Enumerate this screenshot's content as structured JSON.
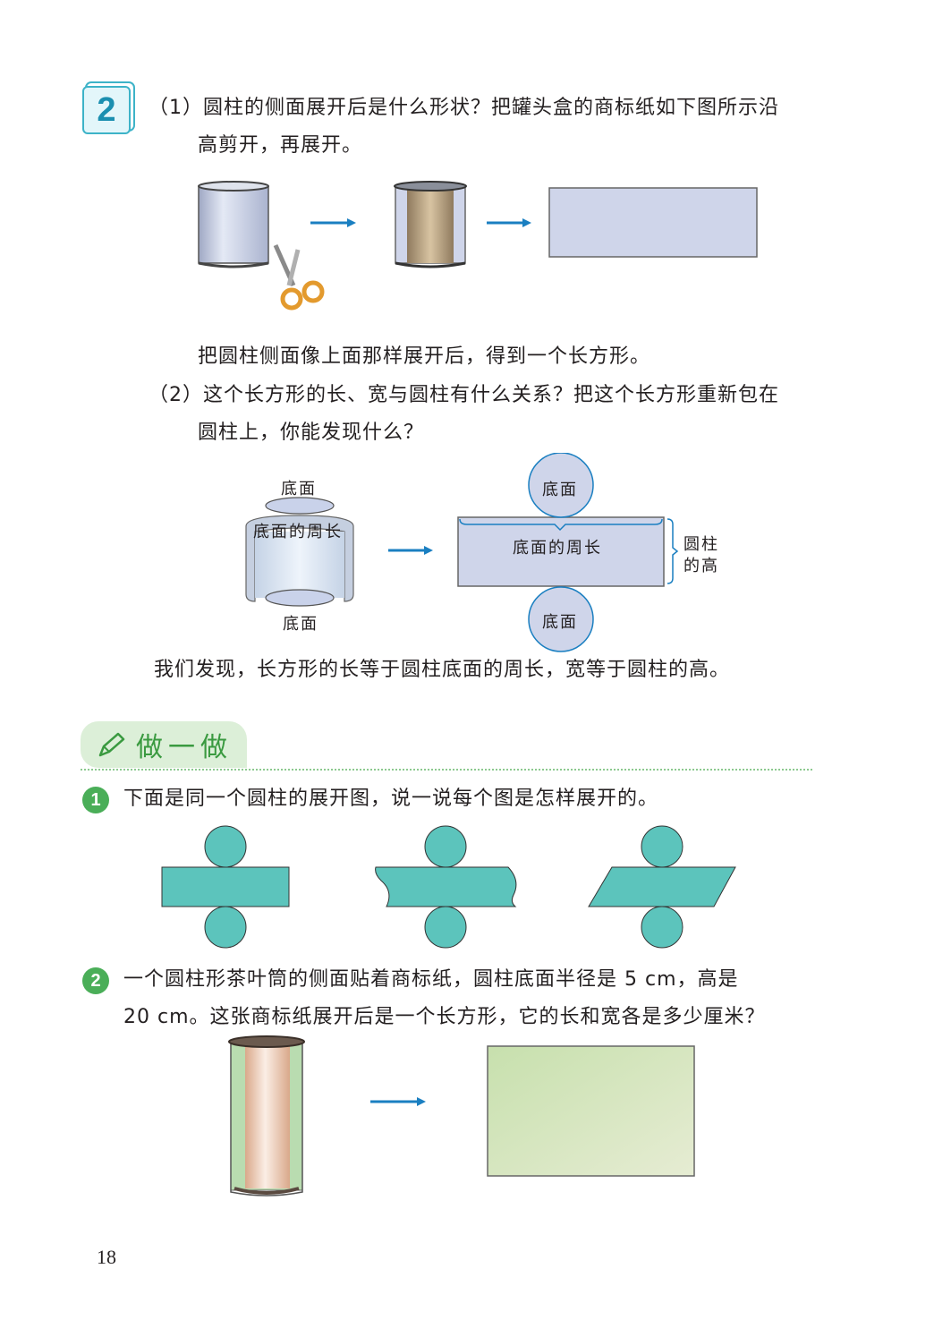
{
  "section2": {
    "badge": "2",
    "q1_line1": "（1）圆柱的侧面展开后是什么形状？把罐头盒的商标纸如下图所示沿",
    "q1_line2": "高剪开，再展开。",
    "q1_conclusion": "把圆柱侧面像上面那样展开后，得到一个长方形。",
    "q2_line1": "（2）这个长方形的长、宽与圆柱有什么关系？把这个长方形重新包在",
    "q2_line2": "圆柱上，你能发现什么？",
    "fig2": {
      "base_label_top": "底面",
      "circumference_label": "底面的周长",
      "base_label_bottom": "底面",
      "net_base_top": "底面",
      "net_circumference": "底面的周长",
      "net_height_line1": "圆柱",
      "net_height_line2": "的高",
      "net_base_bottom": "底面"
    },
    "discovery": "我们发现，长方形的长等于圆柱底面的周长，宽等于圆柱的高。"
  },
  "practice": {
    "title": "做一做",
    "item1_num": "1",
    "item1_text": "下面是同一个圆柱的展开图，说一说每个图是怎样展开的。",
    "item2_num": "2",
    "item2_line1": "一个圆柱形茶叶筒的侧面贴着商标纸，圆柱底面半径是 5 cm，高是",
    "item2_line2": "20 cm。这张商标纸展开后是一个长方形，它的长和宽各是多少厘米？"
  },
  "colors": {
    "teal": "#5cc4bc",
    "lavender": "#cfd5ea",
    "arrow": "#1a7fc1",
    "accent_green": "#3a9a40"
  },
  "page_number": "18"
}
